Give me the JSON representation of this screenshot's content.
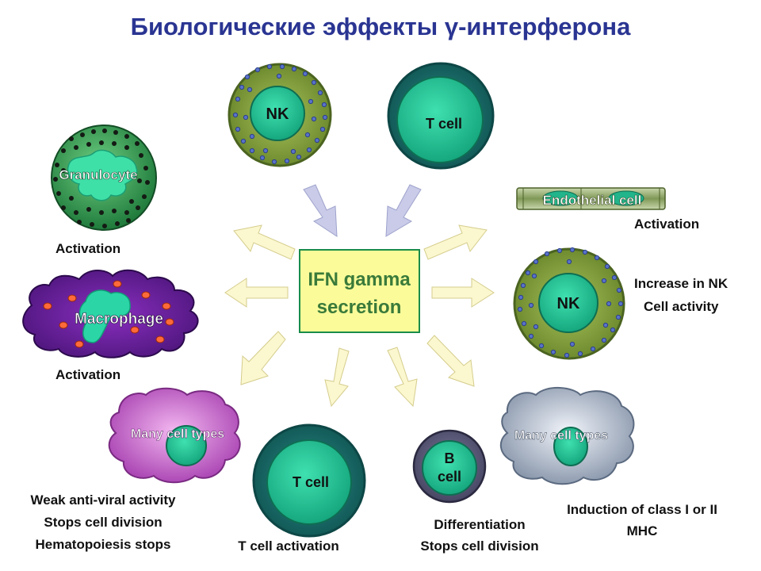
{
  "title": "Биологические эффекты γ-интерферона",
  "center": {
    "line1": "IFN gamma",
    "line2": "secretion"
  },
  "cells": {
    "nk_top": "NK",
    "t_top": "T cell",
    "granulocyte": "Granulocyte",
    "macrophage": "Macrophage",
    "endothelial": "Endothelial cell",
    "nk_right": "NK",
    "many_left": "Many cell types",
    "t_bottom": "T cell",
    "b_cell_1": "B",
    "b_cell_2": "cell",
    "many_right": "Many cell types"
  },
  "effects": {
    "granulocyte": "Activation",
    "macrophage": "Activation",
    "endothelial": "Activation",
    "nk_1": "Increase in NK",
    "nk_2": "Cell activity",
    "many_left_1": "Weak anti-viral activity",
    "many_left_2": "Stops cell division",
    "many_left_3": "Hematopoiesis stops",
    "t_cell": "T cell activation",
    "b_cell_1": "Differentiation",
    "b_cell_2": "Stops cell division",
    "many_right_1": "Induction of class I or II",
    "many_right_2": "MHC"
  }
}
